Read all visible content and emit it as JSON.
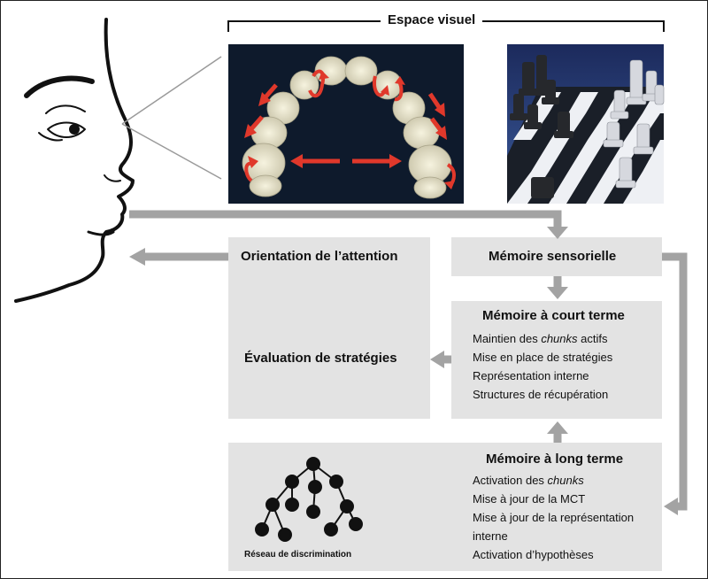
{
  "visual_space": {
    "title": "Espace visuel"
  },
  "boxes": {
    "attention": {
      "label": "Orientation de l’attention",
      "strategy_label": "Évaluation de stratégies"
    },
    "sensory": {
      "label": "Mémoire sensorielle"
    },
    "short_term": {
      "title": "Mémoire à court terme",
      "items": [
        {
          "pre": "Maintien des ",
          "em": "chunks",
          "post": " actifs"
        },
        {
          "pre": "Mise en place de stratégies",
          "em": "",
          "post": ""
        },
        {
          "pre": "Représentation interne",
          "em": "",
          "post": ""
        },
        {
          "pre": "Structures de récupération",
          "em": "",
          "post": ""
        }
      ]
    },
    "long_term": {
      "title": "Mémoire à long terme",
      "items": [
        {
          "pre": "Activation des ",
          "em": "chunks",
          "post": ""
        },
        {
          "pre": "Mise à jour de la MCT",
          "em": "",
          "post": ""
        },
        {
          "pre": "Mise à jour de la représentation",
          "em": "",
          "post": ""
        },
        {
          "pre": "interne",
          "em": "",
          "post": ""
        },
        {
          "pre": "Activation d’hypothèses",
          "em": "",
          "post": ""
        }
      ],
      "network_caption": "Réseau de discrimination"
    }
  },
  "colors": {
    "box_fill": "#e3e3e3",
    "arrow": "#a3a3a3",
    "red_arrow": "#e0382b",
    "dark_bg": "#0e1a2c"
  }
}
